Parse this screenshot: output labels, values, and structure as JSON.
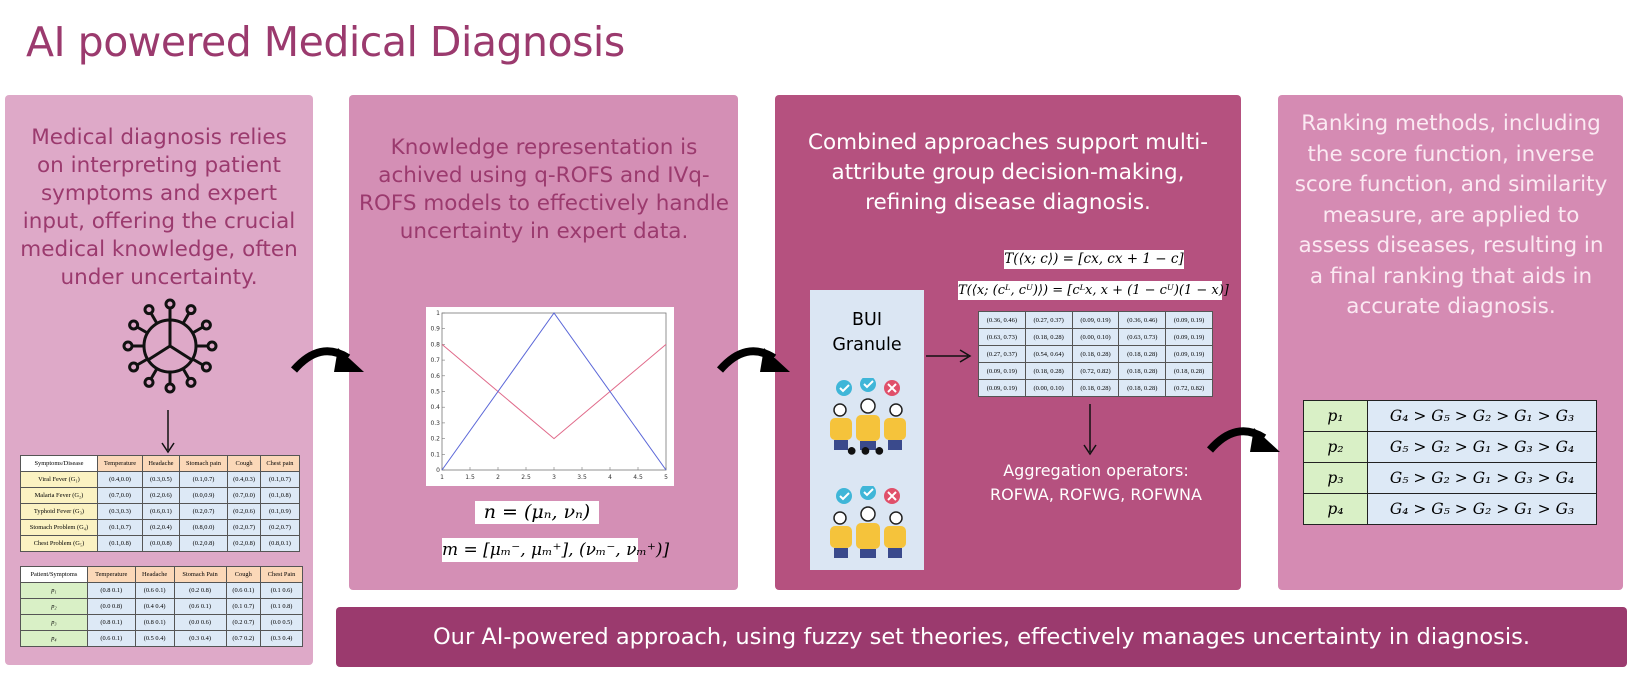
{
  "title": "AI powered Medical Diagnosis",
  "panel1": {
    "text": "Medical diagnosis relies on interpreting patient symptoms and expert input, offering the crucial medical knowledge, often under uncertainty.",
    "virus_icon": "virus-icon",
    "table_symptoms": {
      "corner": "Symptoms/Disease",
      "headers": [
        "Temperature",
        "Headache",
        "Stomach pain",
        "Cough",
        "Chest pain"
      ],
      "rows": [
        {
          "label": "Viral Fever (G₁)",
          "cells": [
            "(0.4,0.0)",
            "(0.3,0.5)",
            "(0.1,0.7)",
            "(0.4,0.3)",
            "(0.1,0.7)"
          ]
        },
        {
          "label": "Malaria Fever (G₂)",
          "cells": [
            "(0.7,0.0)",
            "(0.2,0.6)",
            "(0.0,0.9)",
            "(0.7,0.0)",
            "(0.1,0.8)"
          ]
        },
        {
          "label": "Typhoid Fever (G₃)",
          "cells": [
            "(0.3,0.3)",
            "(0.6,0.1)",
            "(0.2,0.7)",
            "(0.2,0.6)",
            "(0.1,0.9)"
          ]
        },
        {
          "label": "Stomach Problem (G₄)",
          "cells": [
            "(0.1,0.7)",
            "(0.2,0.4)",
            "(0.8,0.0)",
            "(0.2,0.7)",
            "(0.2,0.7)"
          ]
        },
        {
          "label": "Chest Problem (G₅)",
          "cells": [
            "(0.1,0.8)",
            "(0.0,0.8)",
            "(0.2,0.8)",
            "(0.2,0.8)",
            "(0.8,0.1)"
          ]
        }
      ]
    },
    "table_patients": {
      "corner": "Patient/Symptoms",
      "headers": [
        "Temperature",
        "Headache",
        "Stomach Pain",
        "Cough",
        "Chest Pain"
      ],
      "rows": [
        {
          "label": "p₁",
          "cells": [
            "(0.8 0.1)",
            "(0.6 0.1)",
            "(0.2 0.8)",
            "(0.6 0.1)",
            "(0.1 0.6)"
          ]
        },
        {
          "label": "p₂",
          "cells": [
            "(0.0 0.8)",
            "(0.4 0.4)",
            "(0.6 0.1)",
            "(0.1 0.7)",
            "(0.1 0.8)"
          ]
        },
        {
          "label": "p₃",
          "cells": [
            "(0.8 0.1)",
            "(0.8 0.1)",
            "(0.0 0.6)",
            "(0.2 0.7)",
            "(0.0 0.5)"
          ]
        },
        {
          "label": "p₄",
          "cells": [
            "(0.6 0.1)",
            "(0.5 0.4)",
            "(0.3 0.4)",
            "(0.7 0.2)",
            "(0.3 0.4)"
          ]
        }
      ]
    }
  },
  "panel2": {
    "text": "Knowledge representation is achived using q-ROFS and IVq-ROFS models to effectively handle uncertainty in expert data.",
    "formula1": "n = (μₙ, νₙ)",
    "formula2": "m = [μₘ⁻, μₘ⁺], (νₘ⁻, νₘ⁺)]"
  },
  "chart_data": {
    "type": "line",
    "xlim": [
      1,
      5
    ],
    "ylim": [
      0,
      1
    ],
    "xticks": [
      "1",
      "1.5",
      "2",
      "2.5",
      "3",
      "3.5",
      "4",
      "4.5",
      "5"
    ],
    "yticks": [
      "0",
      "0.1",
      "0.2",
      "0.3",
      "0.4",
      "0.5",
      "0.6",
      "0.7",
      "0.8",
      "0.9",
      "1"
    ],
    "series": [
      {
        "color": "#e06a8a",
        "x": [
          1,
          3,
          5
        ],
        "y": [
          0.8,
          0.2,
          0.8
        ]
      },
      {
        "color": "#5b67d8",
        "x": [
          1,
          3,
          5
        ],
        "y": [
          0,
          1,
          0
        ]
      }
    ]
  },
  "panel3": {
    "text": "Combined approaches support multi-attribute group decision-making, refining disease diagnosis.",
    "formula1": "T(⟨x; c⟩) = [cx, cx + 1 − c]",
    "formula2": "T(⟨x; (cᴸ, cᵁ)⟩) = [cᴸx, x + (1 − cᵁ)(1 − x)]",
    "bui_label_1": "BUI",
    "bui_label_2": "Granule",
    "dots": "●●●",
    "matrix": [
      [
        "(0.36, 0.46)",
        "(0.27, 0.37)",
        "(0.09, 0.19)",
        "(0.36, 0.46)",
        "(0.09, 0.19)"
      ],
      [
        "(0.63, 0.73)",
        "(0.18, 0.28)",
        "(0.00, 0.10)",
        "(0.63, 0.73)",
        "(0.09, 0.19)"
      ],
      [
        "(0.27, 0.37)",
        "(0.54, 0.64)",
        "(0.18, 0.28)",
        "(0.18, 0.28)",
        "(0.09, 0.19)"
      ],
      [
        "(0.09, 0.19)",
        "(0.18, 0.28)",
        "(0.72, 0.82)",
        "(0.18, 0.28)",
        "(0.18, 0.28)"
      ],
      [
        "(0.09, 0.19)",
        "(0.00, 0.10)",
        "(0.18, 0.28)",
        "(0.18, 0.28)",
        "(0.72, 0.82)"
      ]
    ],
    "aggregation_title": "Aggregation operators:",
    "aggregation_ops": "ROFWA, ROFWG, ROFWNA"
  },
  "panel4": {
    "text": "Ranking methods, including the score function, inverse score function, and similarity measure, are applied to assess diseases, resulting in a final ranking that aids in accurate diagnosis.",
    "rankings": [
      {
        "label": "p₁",
        "value": "G₄ > G₅ > G₂ > G₁ > G₃"
      },
      {
        "label": "p₂",
        "value": "G₅ > G₂ > G₁ > G₃ > G₄"
      },
      {
        "label": "p₃",
        "value": "G₅ > G₂ > G₁ > G₃ > G₄"
      },
      {
        "label": "p₄",
        "value": "G₄ > G₅ > G₂ > G₁ > G₃"
      }
    ]
  },
  "banner": "Our AI-powered approach, using fuzzy set theories, effectively manages uncertainty in diagnosis.",
  "colors": {
    "title": "#9b3a6e",
    "panel1": "#dea9c8",
    "panel2": "#d48fb5",
    "panel3": "#b5517f",
    "panel4": "#d58bb3",
    "banner": "#9b3a6e"
  }
}
